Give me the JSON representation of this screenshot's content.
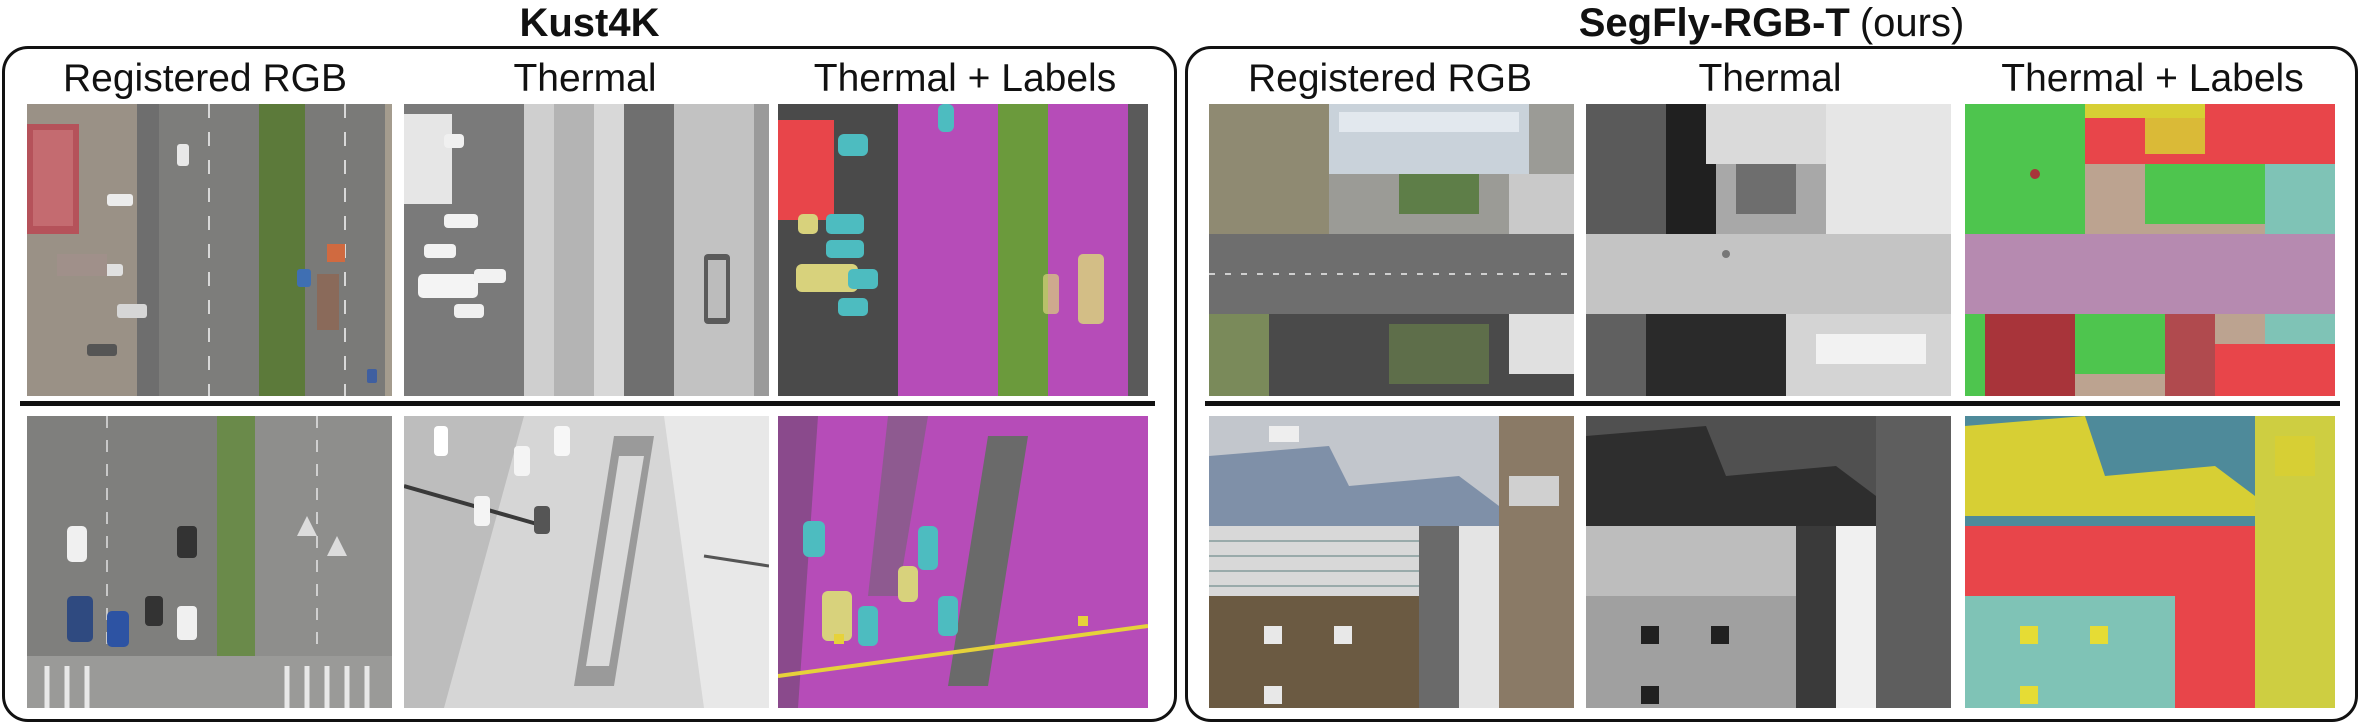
{
  "groups": [
    {
      "title": "Kust4K",
      "suffix": "",
      "columns": [
        "Registered RGB",
        "Thermal",
        "Thermal + Labels"
      ]
    },
    {
      "title": "SegFly-RGB-T",
      "suffix": "(ours)",
      "columns": [
        "Registered RGB",
        "Thermal",
        "Thermal + Labels"
      ]
    }
  ],
  "label_colors": {
    "road": "#b64cb8",
    "vegetation": "#6b9a3c",
    "vehicle_light": "#d8d27c",
    "vehicle_cyan": "#4dbcc0",
    "building": "#e8454a",
    "roof_yellow": "#d7cf34",
    "roof_cyan": "#7fc3b6",
    "green": "#4ec54e"
  }
}
